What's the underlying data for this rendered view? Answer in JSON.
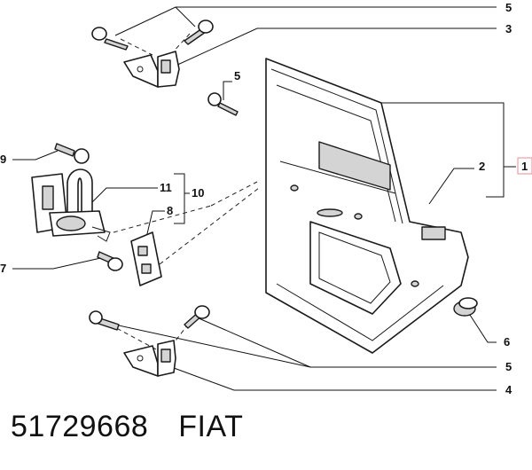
{
  "callouts": {
    "c1": "1",
    "c2": "2",
    "c3": "3",
    "c4": "4",
    "c5_top": "5",
    "c5_mid": "5",
    "c5_bottom": "5",
    "c6": "6",
    "c7": "7",
    "c8": "8",
    "c9": "9",
    "c10": "10",
    "c11": "11"
  },
  "colors": {
    "callout_highlight": "#e8a0a8",
    "line": "#1a1a1a"
  },
  "footer": {
    "part_number": "51729668",
    "brand": "FIAT"
  }
}
